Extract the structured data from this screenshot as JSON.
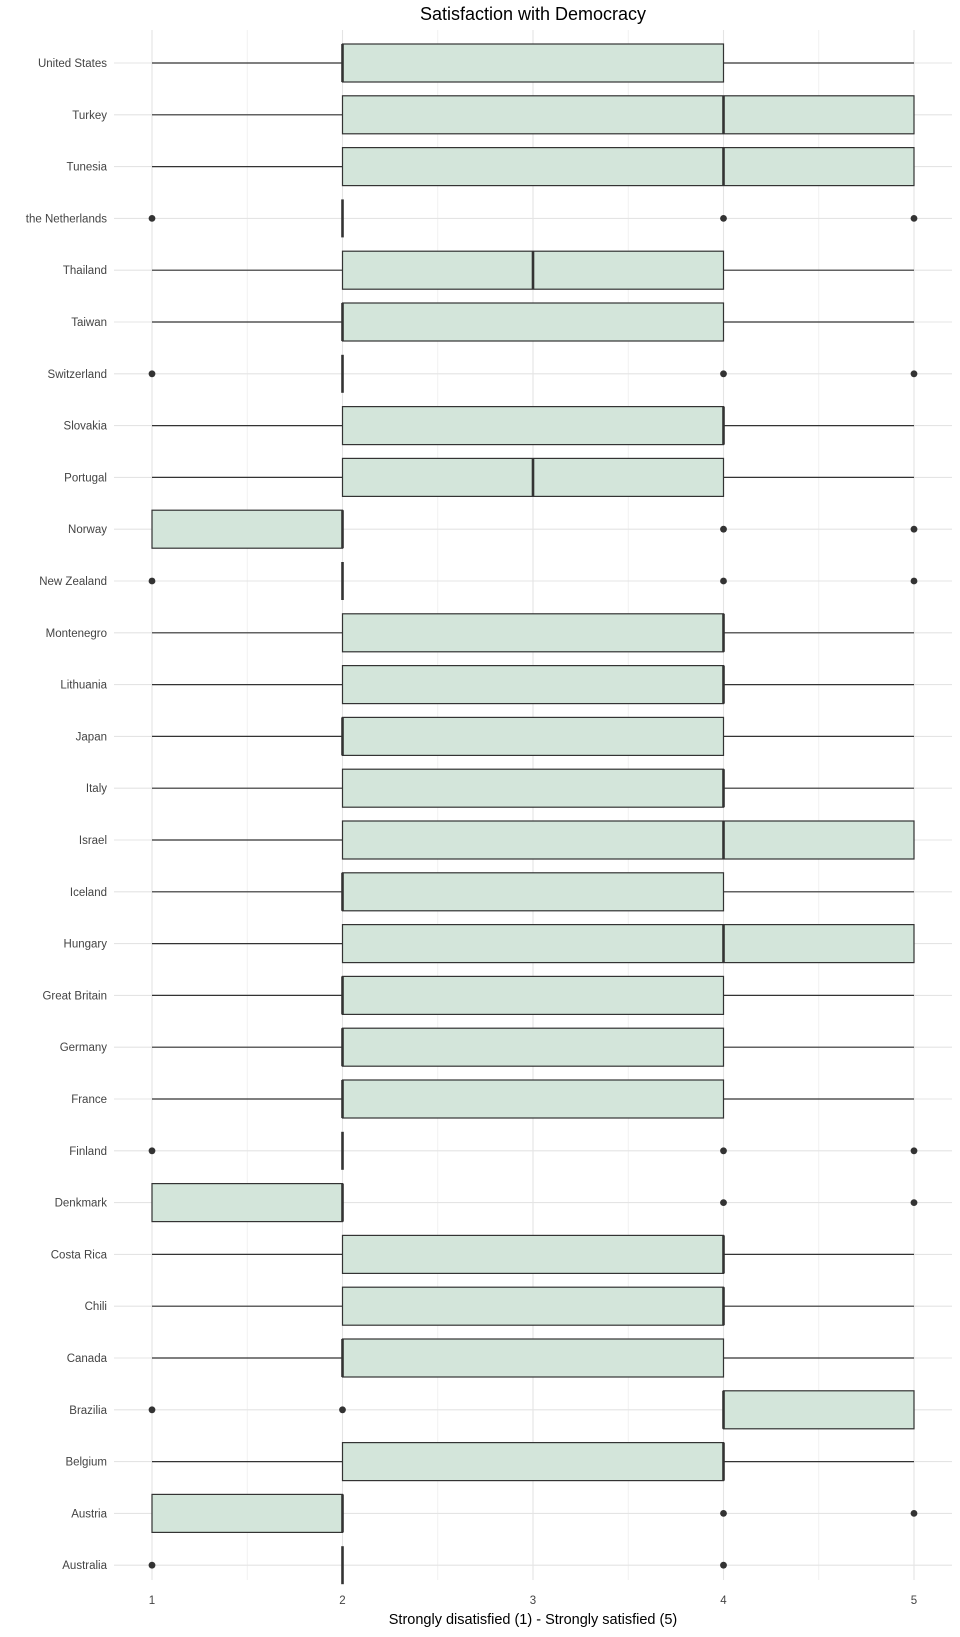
{
  "chart_data": {
    "type": "boxplot",
    "title": "Satisfaction with Democracy",
    "xlabel": "Strongly disatisfied (1) - Strongly satisfied (5)",
    "ylabel": "",
    "xlim": [
      1,
      5
    ],
    "xticks": [
      "1",
      "2",
      "3",
      "4",
      "5"
    ],
    "grid": true,
    "box_fill": "#d3e5da",
    "line_color": "#333333",
    "categories": [
      {
        "name": "United States",
        "whisker_low": 1,
        "q1": 2,
        "median": 2,
        "q3": 4,
        "whisker_high": 5,
        "outliers": []
      },
      {
        "name": "Turkey",
        "whisker_low": 1,
        "q1": 2,
        "median": 4,
        "q3": 5,
        "whisker_high": 5,
        "outliers": []
      },
      {
        "name": "Tunesia",
        "whisker_low": 1,
        "q1": 2,
        "median": 4,
        "q3": 5,
        "whisker_high": 5,
        "outliers": []
      },
      {
        "name": "the Netherlands",
        "whisker_low": 2,
        "q1": 2,
        "median": 2,
        "q3": 2,
        "whisker_high": 2,
        "outliers": [
          1,
          4,
          5
        ]
      },
      {
        "name": "Thailand",
        "whisker_low": 1,
        "q1": 2,
        "median": 3,
        "q3": 4,
        "whisker_high": 5,
        "outliers": []
      },
      {
        "name": "Taiwan",
        "whisker_low": 1,
        "q1": 2,
        "median": 2,
        "q3": 4,
        "whisker_high": 5,
        "outliers": []
      },
      {
        "name": "Switzerland",
        "whisker_low": 2,
        "q1": 2,
        "median": 2,
        "q3": 2,
        "whisker_high": 2,
        "outliers": [
          1,
          4,
          5
        ]
      },
      {
        "name": "Slovakia",
        "whisker_low": 1,
        "q1": 2,
        "median": 4,
        "q3": 4,
        "whisker_high": 5,
        "outliers": []
      },
      {
        "name": "Portugal",
        "whisker_low": 1,
        "q1": 2,
        "median": 3,
        "q3": 4,
        "whisker_high": 5,
        "outliers": []
      },
      {
        "name": "Norway",
        "whisker_low": 1,
        "q1": 1,
        "median": 2,
        "q3": 2,
        "whisker_high": 2,
        "outliers": [
          4,
          5
        ]
      },
      {
        "name": "New Zealand",
        "whisker_low": 2,
        "q1": 2,
        "median": 2,
        "q3": 2,
        "whisker_high": 2,
        "outliers": [
          1,
          4,
          5
        ]
      },
      {
        "name": "Montenegro",
        "whisker_low": 1,
        "q1": 2,
        "median": 4,
        "q3": 4,
        "whisker_high": 5,
        "outliers": []
      },
      {
        "name": "Lithuania",
        "whisker_low": 1,
        "q1": 2,
        "median": 4,
        "q3": 4,
        "whisker_high": 5,
        "outliers": []
      },
      {
        "name": "Japan",
        "whisker_low": 1,
        "q1": 2,
        "median": 2,
        "q3": 4,
        "whisker_high": 5,
        "outliers": []
      },
      {
        "name": "Italy",
        "whisker_low": 1,
        "q1": 2,
        "median": 4,
        "q3": 4,
        "whisker_high": 5,
        "outliers": []
      },
      {
        "name": "Israel",
        "whisker_low": 1,
        "q1": 2,
        "median": 4,
        "q3": 5,
        "whisker_high": 5,
        "outliers": []
      },
      {
        "name": "Iceland",
        "whisker_low": 1,
        "q1": 2,
        "median": 2,
        "q3": 4,
        "whisker_high": 5,
        "outliers": []
      },
      {
        "name": "Hungary",
        "whisker_low": 1,
        "q1": 2,
        "median": 4,
        "q3": 5,
        "whisker_high": 5,
        "outliers": []
      },
      {
        "name": "Great Britain",
        "whisker_low": 1,
        "q1": 2,
        "median": 2,
        "q3": 4,
        "whisker_high": 5,
        "outliers": []
      },
      {
        "name": "Germany",
        "whisker_low": 1,
        "q1": 2,
        "median": 2,
        "q3": 4,
        "whisker_high": 5,
        "outliers": []
      },
      {
        "name": "France",
        "whisker_low": 1,
        "q1": 2,
        "median": 2,
        "q3": 4,
        "whisker_high": 5,
        "outliers": []
      },
      {
        "name": "Finland",
        "whisker_low": 2,
        "q1": 2,
        "median": 2,
        "q3": 2,
        "whisker_high": 2,
        "outliers": [
          1,
          4,
          5
        ]
      },
      {
        "name": "Denkmark",
        "whisker_low": 1,
        "q1": 1,
        "median": 2,
        "q3": 2,
        "whisker_high": 2,
        "outliers": [
          4,
          5
        ]
      },
      {
        "name": "Costa Rica",
        "whisker_low": 1,
        "q1": 2,
        "median": 4,
        "q3": 4,
        "whisker_high": 5,
        "outliers": []
      },
      {
        "name": "Chili",
        "whisker_low": 1,
        "q1": 2,
        "median": 4,
        "q3": 4,
        "whisker_high": 5,
        "outliers": []
      },
      {
        "name": "Canada",
        "whisker_low": 1,
        "q1": 2,
        "median": 2,
        "q3": 4,
        "whisker_high": 5,
        "outliers": []
      },
      {
        "name": "Brazilia",
        "whisker_low": 4,
        "q1": 4,
        "median": 4,
        "q3": 5,
        "whisker_high": 5,
        "outliers": [
          1,
          2
        ]
      },
      {
        "name": "Belgium",
        "whisker_low": 1,
        "q1": 2,
        "median": 4,
        "q3": 4,
        "whisker_high": 5,
        "outliers": []
      },
      {
        "name": "Austria",
        "whisker_low": 1,
        "q1": 1,
        "median": 2,
        "q3": 2,
        "whisker_high": 2,
        "outliers": [
          4,
          5
        ]
      },
      {
        "name": "Australia",
        "whisker_low": 2,
        "q1": 2,
        "median": 2,
        "q3": 2,
        "whisker_high": 2,
        "outliers": [
          1,
          4
        ]
      }
    ]
  }
}
